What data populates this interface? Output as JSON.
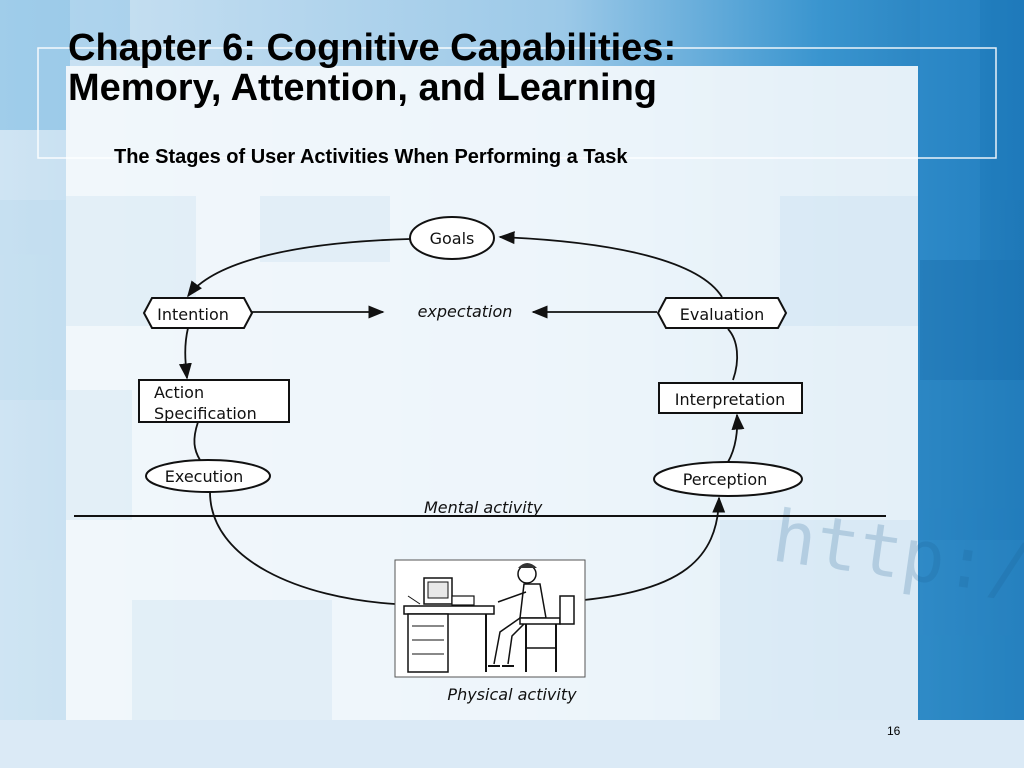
{
  "slide": {
    "title_line1": "Chapter 6: Cognitive Capabilities:",
    "title_line2": "Memory, Attention, and Learning",
    "caption": "The Stages of User Activities When Performing a Task",
    "page_number": "16"
  },
  "diagram": {
    "nodes": {
      "goals": "Goals",
      "intention": "Intention",
      "expectation": "expectation",
      "evaluation": "Evaluation",
      "action_spec_line1": "Action",
      "action_spec_line2": "Specification",
      "interpretation": "Interpretation",
      "execution": "Execution",
      "perception": "Perception",
      "mental_activity": "Mental activity",
      "physical_activity": "Physical activity"
    },
    "edges": [
      {
        "from": "Goals",
        "to": "Intention"
      },
      {
        "from": "Evaluation",
        "to": "Goals"
      },
      {
        "from": "Intention",
        "to": "expectation"
      },
      {
        "from": "Evaluation",
        "to": "expectation"
      },
      {
        "from": "Intention",
        "to": "Action Specification"
      },
      {
        "from": "Action Specification",
        "to": "Execution"
      },
      {
        "from": "Execution",
        "to": "Physical activity"
      },
      {
        "from": "Physical activity",
        "to": "Perception"
      },
      {
        "from": "Perception",
        "to": "Interpretation"
      },
      {
        "from": "Interpretation",
        "to": "Evaluation"
      }
    ],
    "illustration": "person-at-computer-illustration"
  },
  "colors": {
    "background_blue": "#2a86c4",
    "panel": "#f4f8fc",
    "title": "#000000"
  }
}
